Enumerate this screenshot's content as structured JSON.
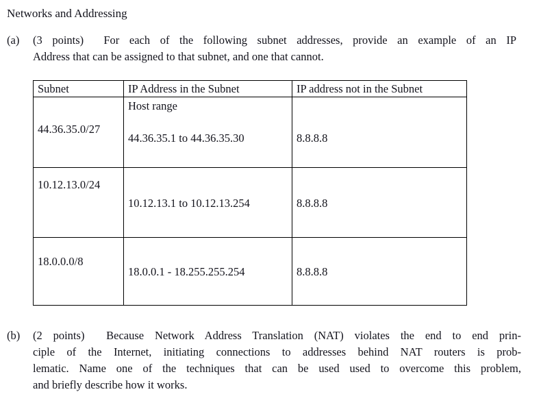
{
  "document": {
    "title": "Networks and Addressing"
  },
  "questions": [
    {
      "label": "(a)",
      "points": "(3 points)",
      "lines": [
        "For each of the following subnet addresses, provide an example of an IP",
        "Address that can be assigned to that subnet, and one that cannot."
      ]
    },
    {
      "label": "(b)",
      "points": "(2 points)",
      "lines": [
        "Because Network Address Translation (NAT) violates the end to end prin-",
        "ciple of the Internet, initiating connections to addresses behind NAT routers is prob-",
        "lematic. Name one of the techniques that can be used used to overcome this problem,",
        "and briefly describe how it works."
      ]
    }
  ],
  "table": {
    "headers": [
      "Subnet",
      "IP Address in the Subnet",
      "IP address not in the Subnet"
    ],
    "rows": [
      {
        "subnet": "44.36.35.0/27",
        "host_range_label": "Host range",
        "in_subnet": "44.36.35.1 to 44.36.35.30",
        "not_in_subnet": "8.8.8.8"
      },
      {
        "subnet": "10.12.13.0/24",
        "in_subnet": "10.12.13.1 to 10.12.13.254",
        "not_in_subnet": "8.8.8.8"
      },
      {
        "subnet": "18.0.0.0/8",
        "in_subnet": "18.0.0.1 - 18.255.255.254",
        "not_in_subnet": "8.8.8.8"
      }
    ]
  }
}
